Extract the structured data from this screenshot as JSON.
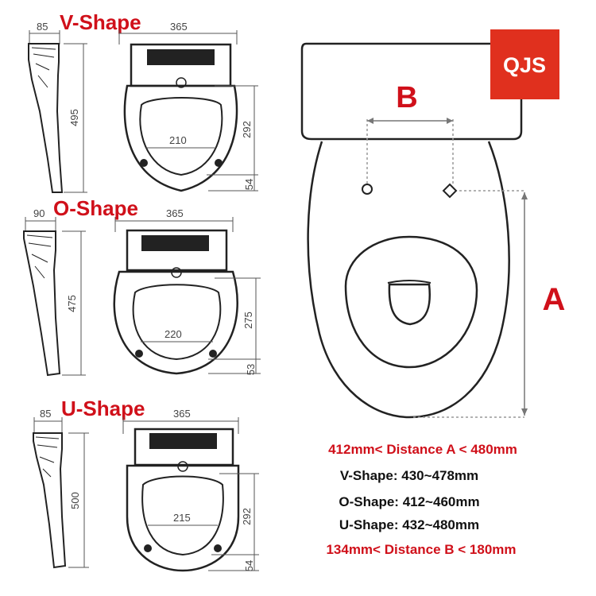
{
  "brand": {
    "logo": "QJS",
    "logo_bg": "#e0301e"
  },
  "colors": {
    "accent_red": "#d0101a",
    "line": "#222222"
  },
  "shapes": [
    {
      "name": "V-Shape",
      "side_width": "85",
      "seat_width": "365",
      "length": "495",
      "inner_width": "210",
      "inner_length": "292",
      "rear_offset": "54"
    },
    {
      "name": "O-Shape",
      "side_width": "90",
      "seat_width": "365",
      "length": "475",
      "inner_width": "220",
      "inner_length": "275",
      "rear_offset": "53"
    },
    {
      "name": "U-Shape",
      "side_width": "85",
      "seat_width": "365",
      "length": "500",
      "inner_width": "215",
      "inner_length": "292",
      "rear_offset": "54"
    }
  ],
  "toilet": {
    "label_a": "A",
    "label_b": "B"
  },
  "specs": {
    "distance_a": "412mm< Distance A < 480mm",
    "v_shape": "V-Shape: 430~478mm",
    "o_shape": "O-Shape: 412~460mm",
    "u_shape": "U-Shape: 432~480mm",
    "distance_b": "134mm< Distance B < 180mm"
  }
}
